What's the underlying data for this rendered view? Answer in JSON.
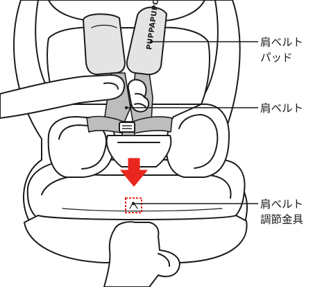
{
  "labels": {
    "shoulder_pad": [
      "肩ベルト",
      "パッド"
    ],
    "shoulder_belt": [
      "肩ベルト"
    ],
    "adjuster": [
      "肩ベルト",
      "調節金具"
    ]
  },
  "pad_brand_text": "PUPPAPUPO",
  "colors": {
    "arrow": "#e8261e",
    "adjuster_box": "#e8261e",
    "line": "#1a1a1a",
    "strap": "#bdbdbd",
    "pad": "#e4e4e4"
  }
}
